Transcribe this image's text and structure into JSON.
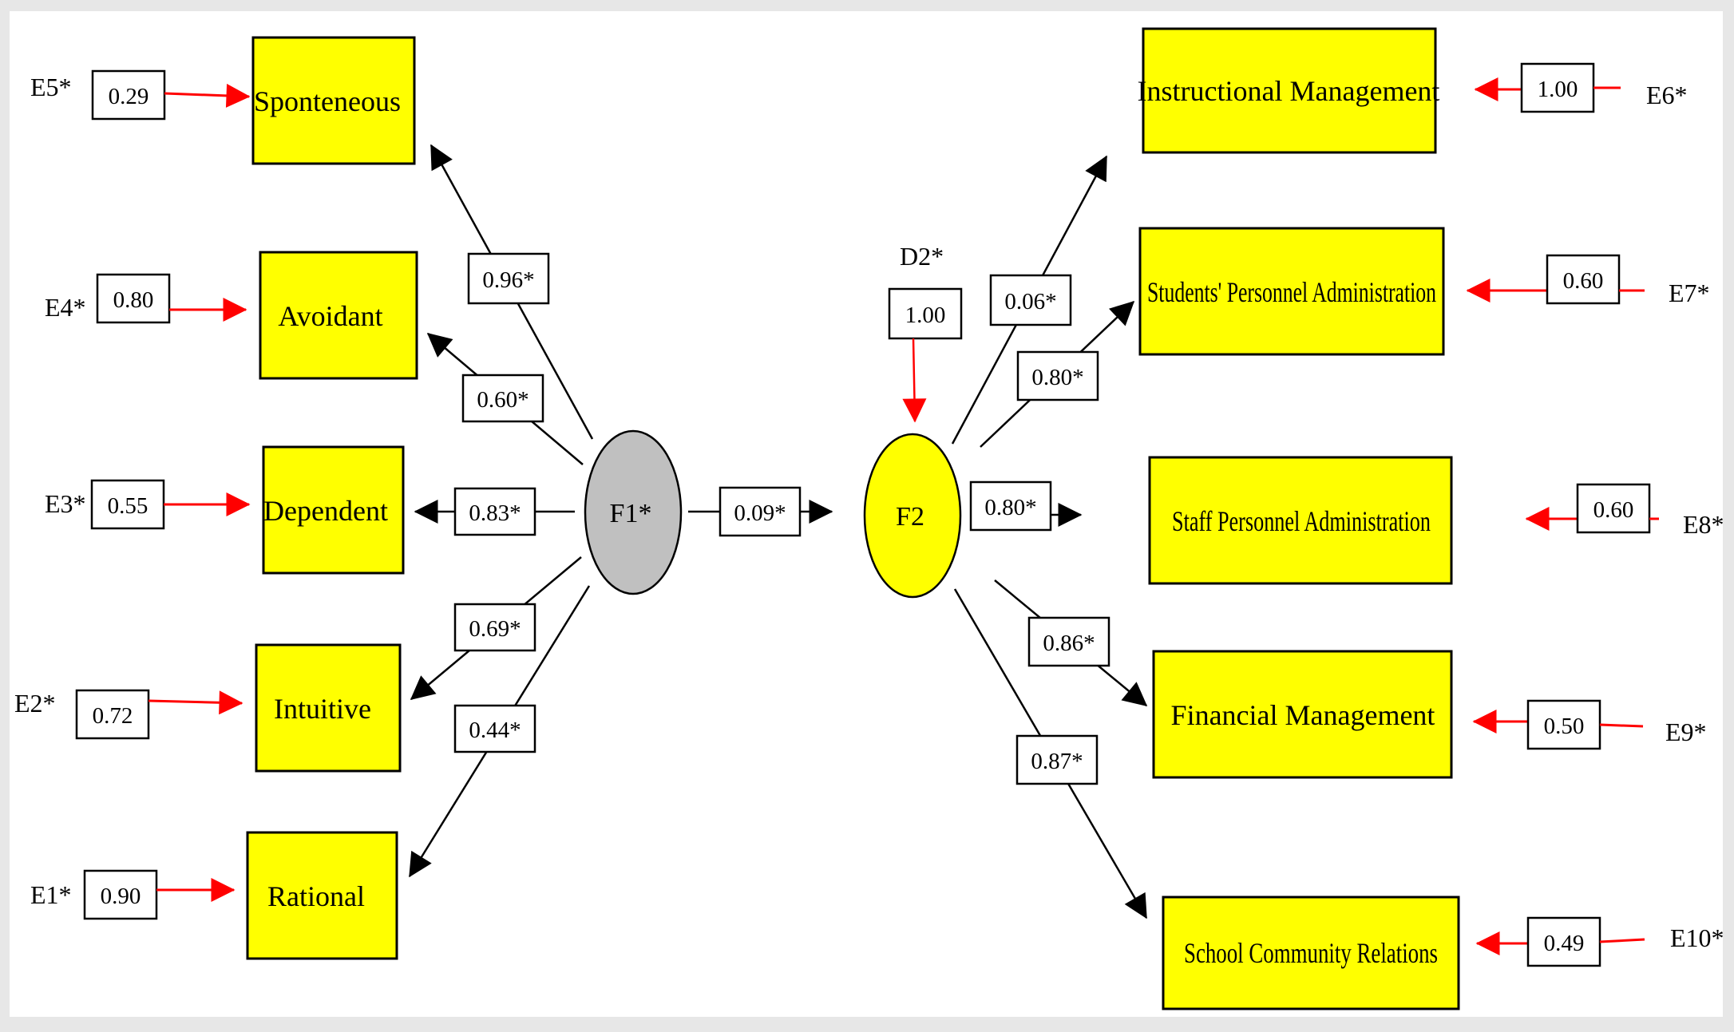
{
  "left_factor": {
    "label": "F1*",
    "indicators": [
      {
        "id": "spontaneous",
        "name": "Sponteneous",
        "loading": "0.96*",
        "error_label": "E5*",
        "error_value": "0.29"
      },
      {
        "id": "avoidant",
        "name": "Avoidant",
        "loading": "0.60*",
        "error_label": "E4*",
        "error_value": "0.80"
      },
      {
        "id": "dependent",
        "name": "Dependent",
        "loading": "0.83*",
        "error_label": "E3*",
        "error_value": "0.55"
      },
      {
        "id": "intuitive",
        "name": "Intuitive",
        "loading": "0.69*",
        "error_label": "E2*",
        "error_value": "0.72"
      },
      {
        "id": "rational",
        "name": "Rational",
        "loading": "0.44*",
        "error_label": "E1*",
        "error_value": "0.90"
      }
    ]
  },
  "structural_path": {
    "value": "0.09*"
  },
  "right_factor": {
    "label": "F2",
    "disturbance_label": "D2*",
    "disturbance_value": "1.00",
    "indicators": [
      {
        "id": "instructional",
        "name": "Instructional Management",
        "loading": "0.06*",
        "error_label": "E6*",
        "error_value": "1.00"
      },
      {
        "id": "students",
        "name": "Students' Personnel Administration",
        "loading": "0.80*",
        "error_label": "E7*",
        "error_value": "0.60"
      },
      {
        "id": "staff",
        "name": "Staff Personnel Administration",
        "loading": "0.80*",
        "error_label": "E8*",
        "error_value": "0.60"
      },
      {
        "id": "financial",
        "name": "Financial Management",
        "loading": "0.86*",
        "error_label": "E9*",
        "error_value": "0.50"
      },
      {
        "id": "school",
        "name": "School Community Relations",
        "loading": "0.87*",
        "error_label": "E10*",
        "error_value": "0.49"
      }
    ]
  },
  "colors": {
    "indicator_fill": "#ffff00",
    "left_factor_fill": "#c0c0c0",
    "right_factor_fill": "#ffff00",
    "error_arrow": "#ff0000",
    "path_arrow": "#000000"
  }
}
